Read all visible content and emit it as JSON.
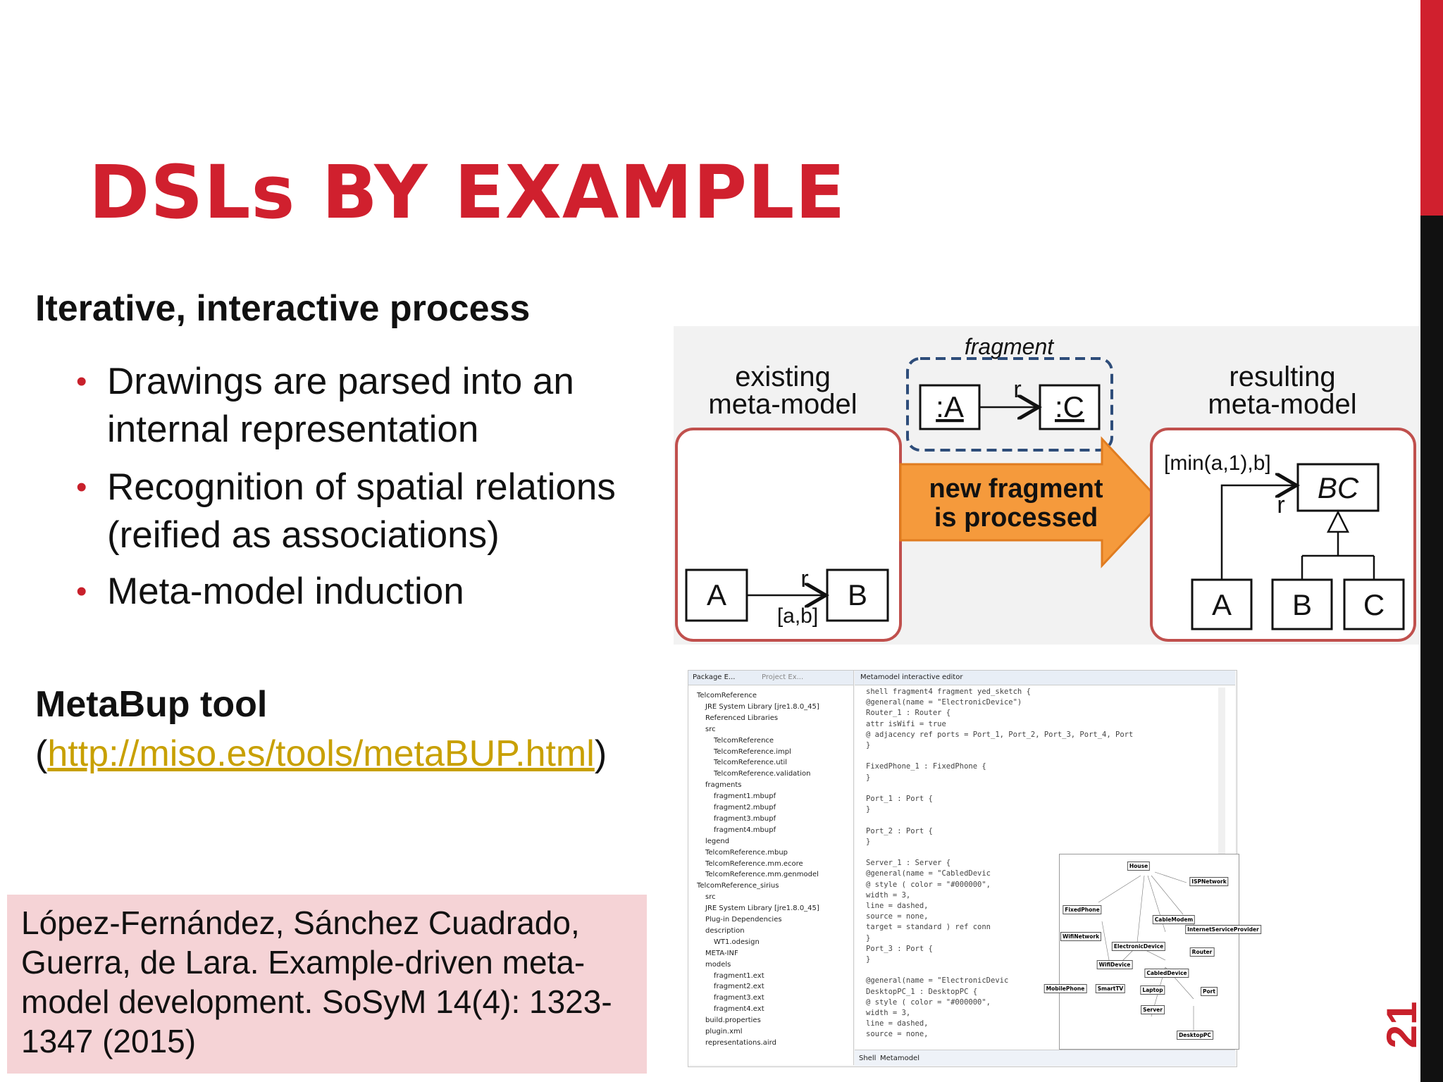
{
  "title": "DSLs BY EXAMPLE",
  "page_number": "21",
  "section1": {
    "heading": "Iterative, interactive process",
    "bullets": [
      "Drawings are parsed into an internal representation",
      "Recognition of spatial relations (reified as associations)",
      "Meta-model induction"
    ]
  },
  "section2": {
    "heading": "MetaBup tool",
    "link_open": "(",
    "link_text": "http://miso.es/tools/metaBUP.html",
    "link_close": ")"
  },
  "citation": "López-Fernández, Sánchez Cuadrado, Guerra, de Lara. Example-driven meta-model development. SoSyM 14(4): 1323-1347 (2015)",
  "diagram": {
    "existing_label_1": "existing",
    "existing_label_2": "meta-model",
    "fragment_label": "fragment",
    "frag_a": ":A",
    "frag_c": ":C",
    "frag_r": "r",
    "arrow_text_1": "new fragment",
    "arrow_text_2": "is processed",
    "resulting_label_1": "resulting",
    "resulting_label_2": "meta-model",
    "ex_a": "A",
    "ex_b": "B",
    "ex_r": "r",
    "ex_mult": "[a,b]",
    "res_bc": "BC",
    "res_mult": "[min(a,1),b]",
    "res_r": "r",
    "res_a": "A",
    "res_b": "B",
    "res_c": "C",
    "colors": {
      "frame": "#c0504d",
      "fragment_border": "#2e4d7a",
      "arrow": "#f59a3c"
    }
  },
  "ide": {
    "tabs_left": [
      "Package E...",
      "Project Ex..."
    ],
    "tab_editor": "Metamodel interactive editor",
    "tree": [
      "TelcomReference",
      "JRE System Library [jre1.8.0_45]",
      "Referenced Libraries",
      "src",
      "TelcomReference",
      "TelcomReference.impl",
      "TelcomReference.util",
      "TelcomReference.validation",
      "fragments",
      "fragment1.mbupf",
      "fragment2.mbupf",
      "fragment3.mbupf",
      "fragment4.mbupf",
      "legend",
      "TelcomReference.mbup",
      "TelcomReference.mm.ecore",
      "TelcomReference.mm.genmodel",
      "TelcomReference_sirius",
      "src",
      "JRE System Library [jre1.8.0_45]",
      "Plug-in Dependencies",
      "description",
      "WT1.odesign",
      "META-INF",
      "models",
      "fragment1.ext",
      "fragment2.ext",
      "fragment3.ext",
      "fragment4.ext",
      "build.properties",
      "plugin.xml",
      "representations.aird"
    ],
    "code": [
      "shell fragment4 fragment yed_sketch {",
      "  @general(name = \"ElectronicDevice\")",
      "  Router_1 : Router {",
      "     attr isWifi = true",
      "     @ adjacency ref ports = Port_1, Port_2, Port_3, Port_4, Port",
      "  }",
      "",
      "  FixedPhone_1 : FixedPhone {",
      "  }",
      "",
      "  Port_1 : Port {",
      "  }",
      "",
      "  Port_2 : Port {",
      "  }",
      "",
      "  Server_1 : Server {",
      "     @general(name = \"CabledDevic",
      "     @ style ( color = \"#000000\",",
      "     width = 3,",
      "     line = dashed,",
      "     source = none,",
      "     target = standard ) ref conn",
      "  }",
      "  Port_3 : Port {",
      "  }",
      "",
      "  @general(name = \"ElectronicDevic",
      "  DesktopPC_1 : DesktopPC {",
      "     @ style ( color = \"#000000\",",
      "     width = 3,",
      "     line = dashed,",
      "     source = none,"
    ],
    "bottom_tabs": [
      "Shell",
      "Metamodel"
    ],
    "mm_nodes": [
      "House",
      "ISPNetwork",
      "FixedPhone",
      "CableModem",
      "InternetServiceProvider",
      "WifiNetwork",
      "ElectronicDevice",
      "Router",
      "WifiDevice",
      "CabledDevice",
      "MobilePhone",
      "SmartTV",
      "Laptop",
      "Port",
      "Server",
      "DesktopPC"
    ]
  }
}
